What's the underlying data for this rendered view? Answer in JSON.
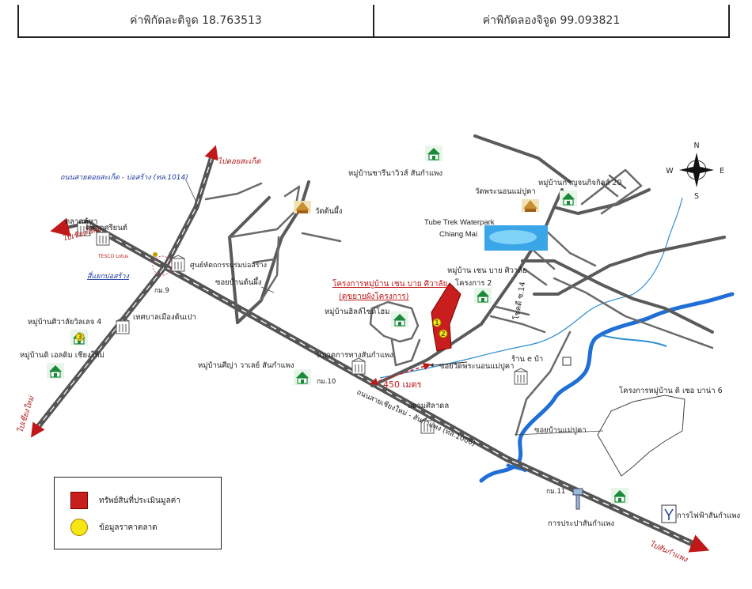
{
  "header": {
    "latitude": "ค่าพิกัดละติจูด 18.763513",
    "longitude": "ค่าพิกัดลองจิจูด 99.093821"
  },
  "compass": {
    "n": "N",
    "s": "S",
    "e": "E",
    "w": "W"
  },
  "labels": {
    "road_1014": "ถนนสายดอยสะเก็ด - บ่อสร้าง (ทล.1014)",
    "to_doi_saket": "ไปดอยสะเก็ด",
    "to_chiang_mai_top": "ไปเชียงใหม่",
    "to_chiang_mai_bottom": "ไปเชียงใหม่",
    "to_san_kamphaeng": "ไปสันกำแพง",
    "market_kuha": "ตลาดคู้หา",
    "market_sriyon": "ตลาดศรียนต์",
    "tesco": "TESCO Lotus",
    "junction_bosang": "สี่แยกบ่อสร้าง",
    "km9": "กม.9",
    "km10": "กม.10",
    "km11": "กม.11",
    "handicraft_center": "ศูนย์หัตถกรรมร่มบ่อสร้าง",
    "wat_ton_phueng": "วัดต้นผึ้ง",
    "soi_ton_phueng": "ซอยบ้านต้นผึ้ง",
    "village_siwalai_villa4": "หมู่บ้านศิวาลัยวิลเลจ 4",
    "municipality": "เทศบาลเมืองต้นเปา",
    "village_the_elm": "หมู่บ้านดิ เอลติม เชียงใหม่",
    "village_sariwa": "หมู่บ้านซารีนาวิวส์ สันกำแพง",
    "village_hillside": "หมู่บ้านฮิลล์ไซด์โฮม",
    "highway_unit": "หมวดการทางสันกำแพง",
    "village_supreme": "หมู่บ้านศีญ่า วาเลย์ สันกำแพง",
    "project_red": "โครงการหมู่บ้าน เชน บาย ศิวาลัย",
    "project_red_sub": "(ดูขยายผังโครงการ)",
    "village_chain_siwalai": "หมู่บ้าน เชน บาย ศิวาลัย",
    "project2": "โครงการ 2",
    "distance": "450 เมตร",
    "soi_wat_phra": "ซอยวัดพระนอนแม่ปูคา",
    "siam_steel": "สยามศิลาดล",
    "road_1006": "ถนนสายเชียงใหม่ - สันกำแพง (ทล.1006)",
    "waterpark": "Tube Trek Waterpark",
    "waterpark_sub": "Chiang Mai",
    "wat_phra_non": "วัดพระนอนแม่ปูคา",
    "village_kanchana": "หมู่บ้านกาญจนกิจกิลส์ 20",
    "shop_e": "ร้าน e บ้า",
    "soi_14": "โชคดี ซ.14",
    "soi_mae_puka": "ซอยบ้านแม่ปูคา",
    "project_d_condo": "โครงการหมู่บ้าน ดิ เซอ บาน่า 6",
    "waterworks": "การประปาสันกำแพง",
    "electricity": "การไฟฟ้าสันกำแพง"
  },
  "markers": {
    "m1": "1",
    "m2": "2",
    "m3": "3"
  },
  "legend": {
    "items": [
      {
        "label": "ทรัพย์สินที่ประเมินมูลค่า",
        "color": "#c81e1e",
        "shape": "square"
      },
      {
        "label": "ข้อมูลราคาตลาด",
        "color": "#f5e614",
        "shape": "circle"
      }
    ]
  },
  "colors": {
    "road": "#5a5a5a",
    "river": "#1f6fd6",
    "stream": "#2f8fd0",
    "subject": "#c81e1e",
    "marker": "#f5e614",
    "route": "#d02020"
  }
}
